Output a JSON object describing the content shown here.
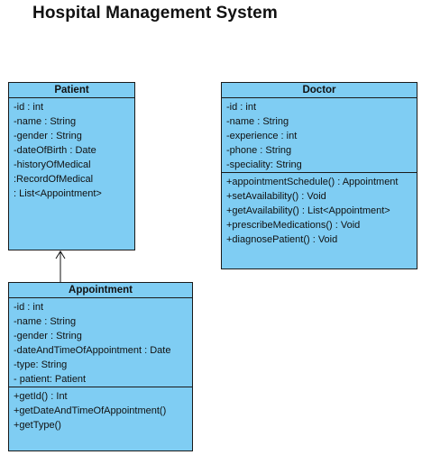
{
  "title": "Hospital Management System",
  "classes": {
    "patient": {
      "name": "Patient",
      "attributes": [
        "-id : int",
        "-name : String",
        "-gender : String",
        "-dateOfBirth : Date",
        "-historyOfMedical",
        ":RecordOfMedical",
        ": List<Appointment>"
      ],
      "methods": []
    },
    "doctor": {
      "name": "Doctor",
      "attributes": [
        "-id : int",
        "-name : String",
        "-experience : int",
        "-phone : String",
        "-speciality: String"
      ],
      "methods": [
        "+appointmentSchedule() : Appointment",
        "+setAvailability() : Void",
        "+getAvailability() :  List<Appointment>",
        "+prescribeMedications() : Void",
        "+diagnosePatient() : Void"
      ]
    },
    "appointment": {
      "name": "Appointment",
      "attributes": [
        "-id : int",
        "-name : String",
        "-gender : String",
        "-dateAndTimeOfAppointment : Date",
        "-type: String",
        "- patient: Patient"
      ],
      "methods": [
        "+getId() : Int",
        "+getDateAndTimeOfAppointment()",
        "+getType()"
      ]
    }
  },
  "relations": [
    {
      "from": "appointment",
      "to": "patient",
      "type": "association",
      "arrow": "open"
    }
  ],
  "colors": {
    "class_fill": "#7fcdf3",
    "border": "#1a1a1a"
  }
}
